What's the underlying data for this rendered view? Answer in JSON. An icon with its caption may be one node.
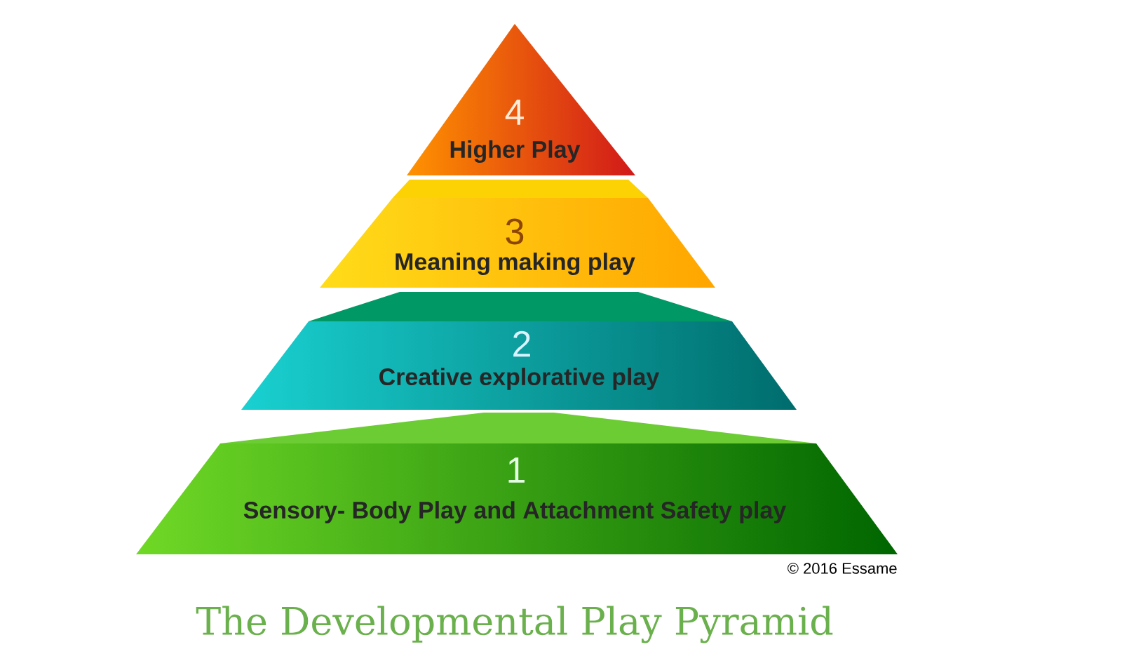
{
  "diagram": {
    "title": "The Developmental Play Pyramid",
    "nodes": [
      {
        "text": [
          "4",
          "Higher Play"
        ]
      },
      {
        "text": [
          "3",
          "Meaning making play"
        ]
      },
      {
        "text": [
          "2",
          "Creative explorative play"
        ]
      },
      {
        "text": [
          "1",
          "Sensory- Body Play and Attachment Safety play"
        ]
      }
    ],
    "labels": [
      "© 2016 Essame"
    ]
  }
}
